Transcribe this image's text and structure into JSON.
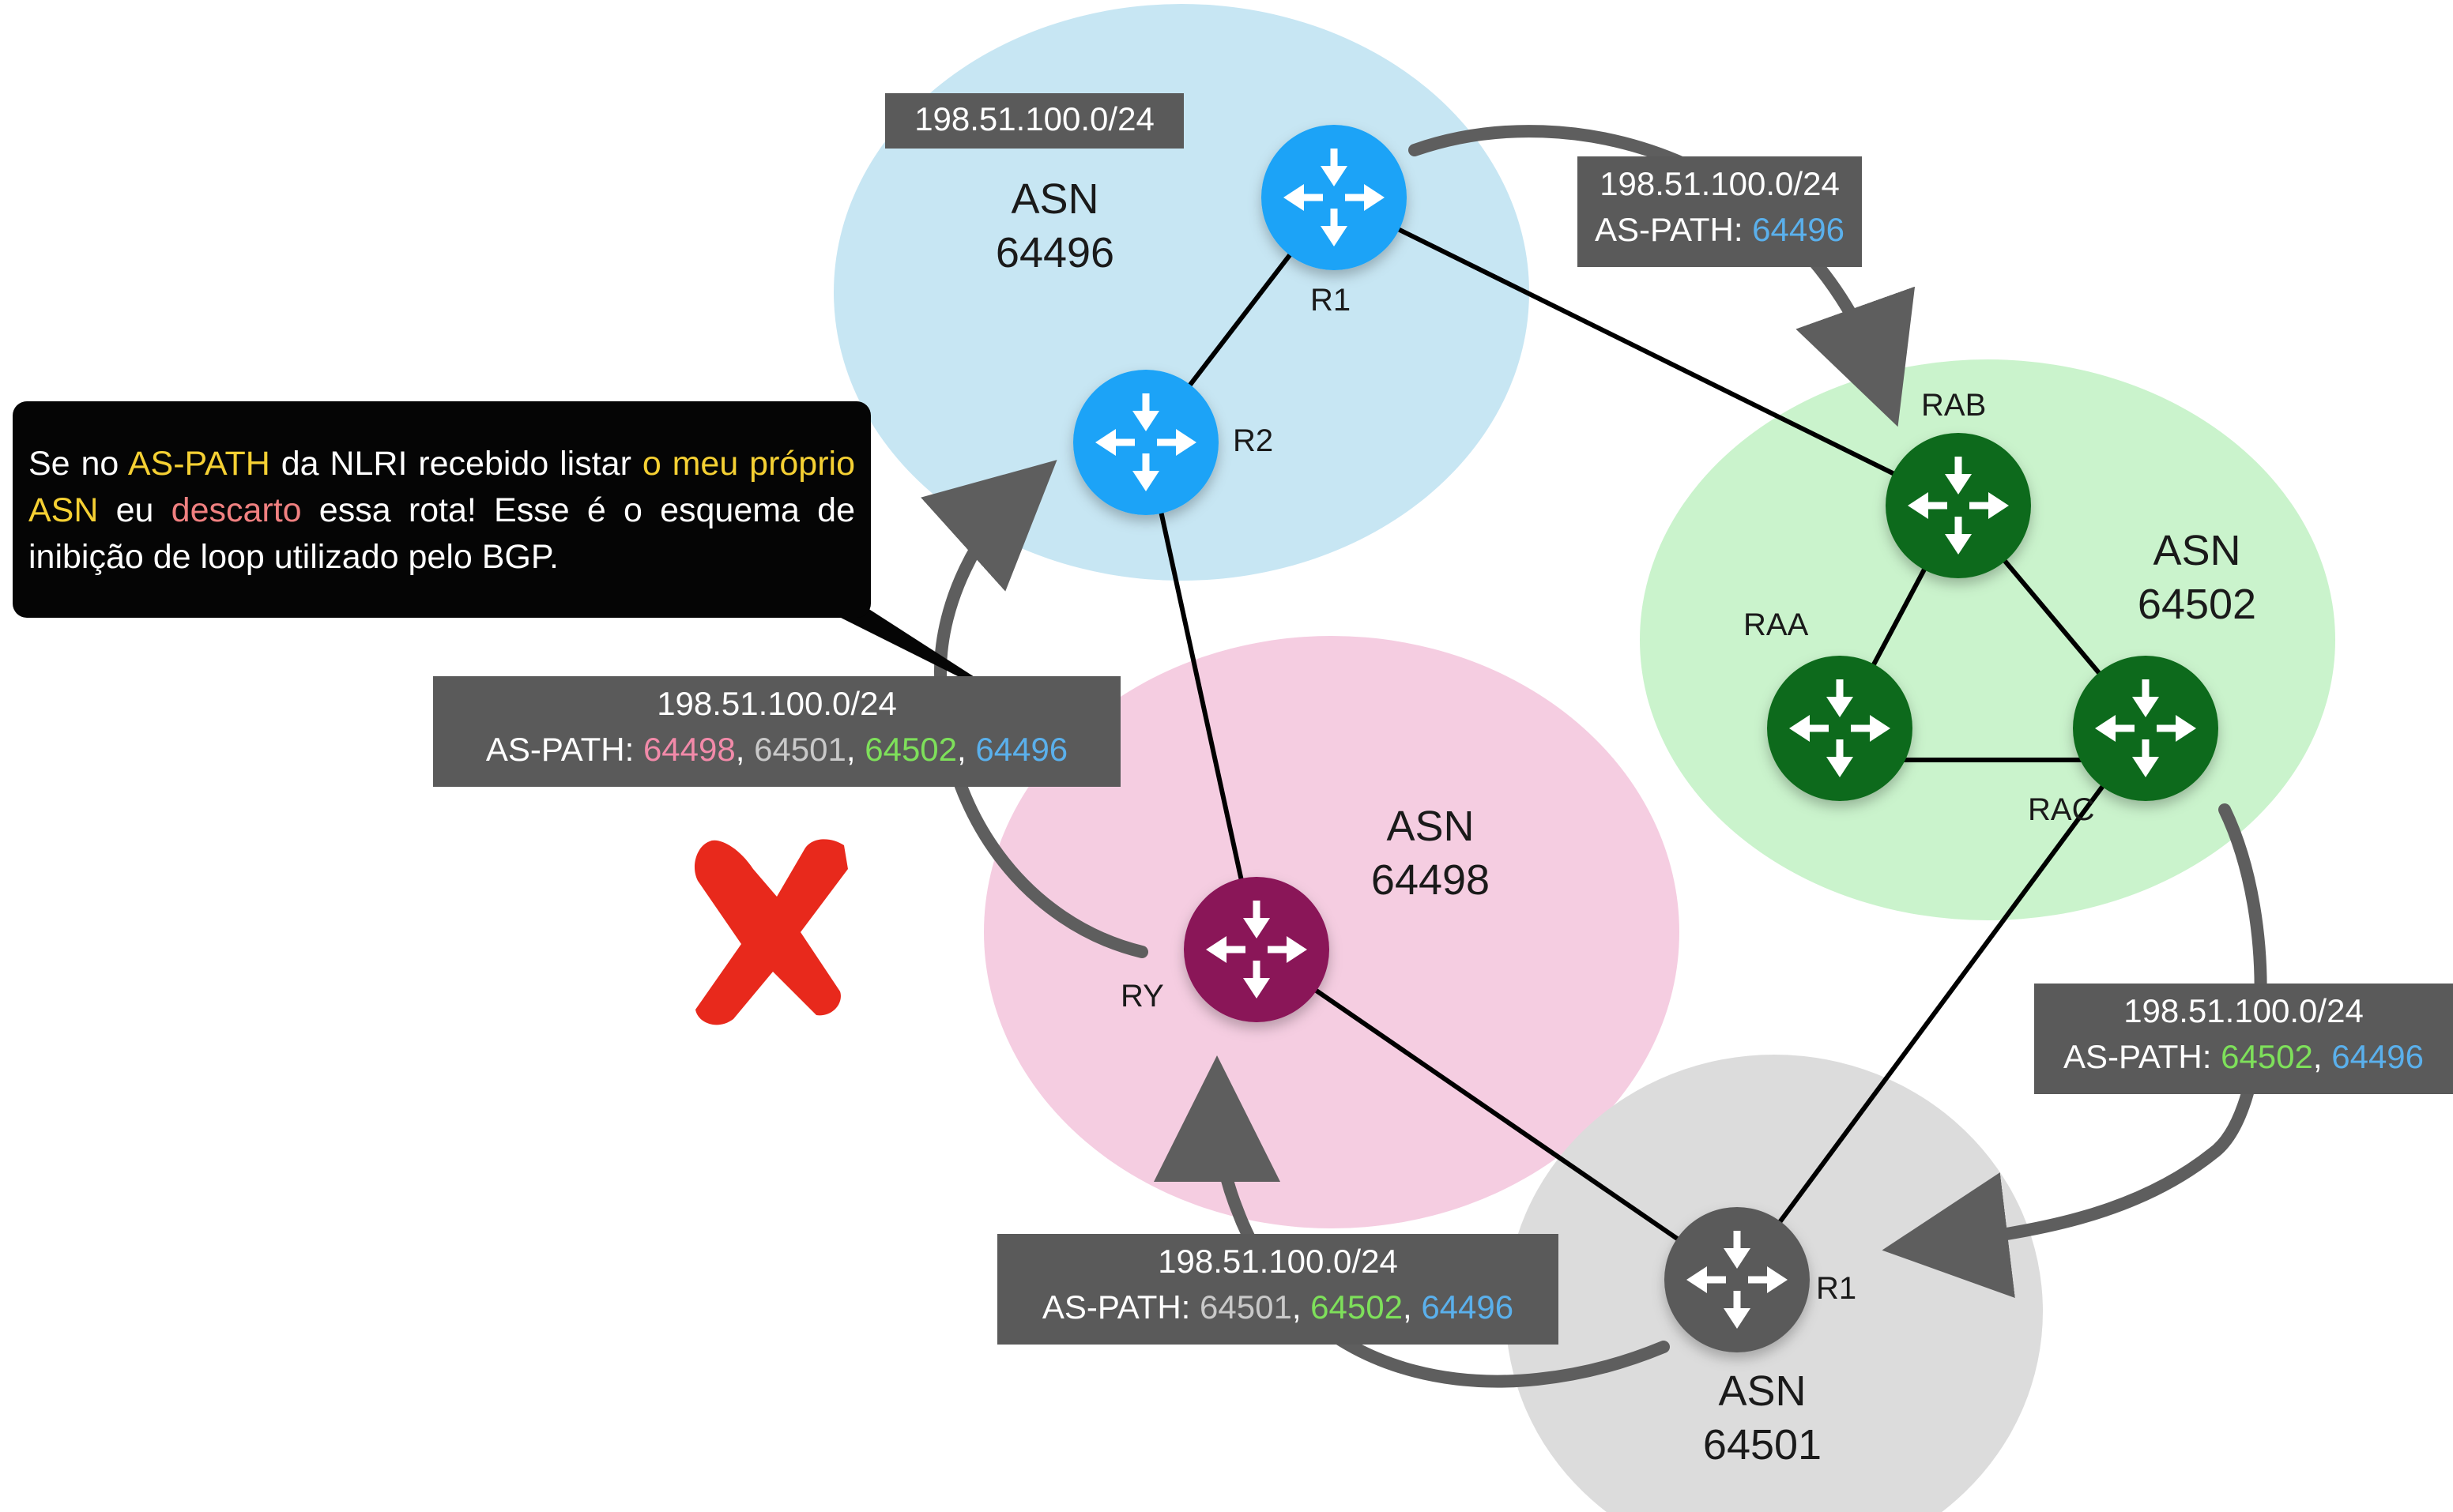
{
  "colors": {
    "asn_64496_bg": "#c7e6f3",
    "asn_64502_bg": "#caf3cc",
    "asn_64498_bg": "#f5cde1",
    "asn_64501_bg": "#dcdcdc",
    "router_blue": "#1aa3f7",
    "router_green": "#0c6b1a",
    "router_purple": "#8a1258",
    "router_gray": "#5a5a5a",
    "arrow": "#5e5e5e",
    "route_box": "#5a5a5a",
    "asn_pink": "#f28aa9",
    "asn_gray": "#c9c9c9",
    "asn_green": "#7ee05a",
    "asn_blue": "#5ab0ec",
    "highlight_yellow": "#f5d033",
    "highlight_red": "#f08080",
    "cross_red": "#e8291c"
  },
  "asns": {
    "a64496": {
      "label": "ASN",
      "number": "64496"
    },
    "a64502": {
      "label": "ASN",
      "number": "64502"
    },
    "a64498": {
      "label": "ASN",
      "number": "64498"
    },
    "a64501": {
      "label": "ASN",
      "number": "64501"
    }
  },
  "routers": {
    "r1_top": {
      "label": "R1",
      "icon": "router-icon"
    },
    "r2": {
      "label": "R2",
      "icon": "router-icon"
    },
    "rab": {
      "label": "RAB",
      "icon": "router-icon"
    },
    "raa": {
      "label": "RAA",
      "icon": "router-icon"
    },
    "rac": {
      "label": "RAC",
      "icon": "router-icon"
    },
    "ry": {
      "label": "RY",
      "icon": "router-icon"
    },
    "r1_bottom": {
      "label": "R1",
      "icon": "router-icon"
    }
  },
  "routes": {
    "origin": {
      "prefix": "198.51.100.0/24"
    },
    "to_64502": {
      "prefix": "198.51.100.0/24",
      "as_path_label": "AS-PATH: ",
      "as_path": [
        "64496"
      ]
    },
    "to_64501": {
      "prefix": "198.51.100.0/24",
      "as_path_label": "AS-PATH: ",
      "as_path": [
        "64502",
        "64496"
      ]
    },
    "to_64498": {
      "prefix": "198.51.100.0/24",
      "as_path_label": "AS-PATH: ",
      "as_path": [
        "64501",
        "64502",
        "64496"
      ]
    },
    "to_64496": {
      "prefix": "198.51.100.0/24",
      "as_path_label": "AS-PATH: ",
      "as_path": [
        "64498",
        "64501",
        "64502",
        "64496"
      ]
    }
  },
  "separator": ", ",
  "callout": {
    "part1": "Se no ",
    "hl1": "AS-PATH",
    "part2": " da NLRI recebido listar ",
    "hl2": "o meu próprio ASN",
    "part3": " eu ",
    "hl3": "descarto",
    "part4": " essa rota! Esse é o esquema de inibição de loop utilizado pelo BGP."
  },
  "rejected_icon": "red-x-icon"
}
